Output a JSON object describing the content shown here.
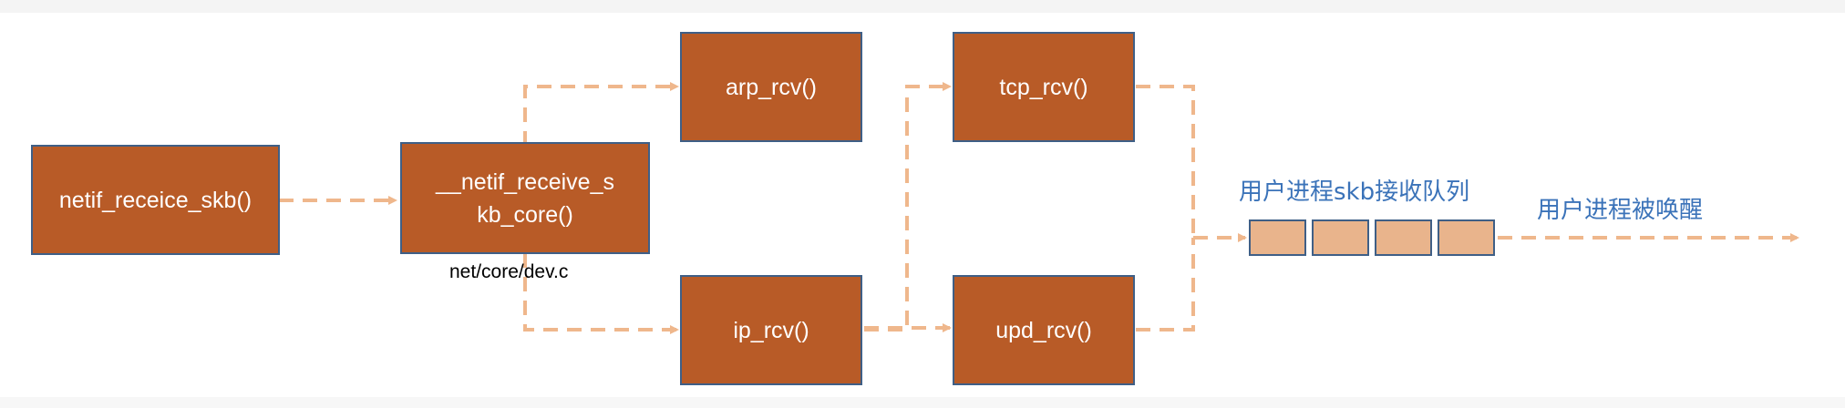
{
  "nodes": {
    "netif_receive_skb": "netif_receice_skb()",
    "netif_receive_skb_core": "__netif_receive_skb_core()",
    "arp_rcv": "arp_rcv()",
    "ip_rcv": "ip_rcv()",
    "tcp_rcv": "tcp_rcv()",
    "udp_rcv": "upd_rcv()"
  },
  "labels": {
    "dev_file": "net/core/dev.c",
    "queue_title": "用户进程skb接收队列",
    "wakeup": "用户进程被唤醒"
  },
  "queue": {
    "cell_count": 4
  },
  "colors": {
    "box_fill": "#b85b27",
    "box_border": "#3f5f86",
    "arrow": "#efb78c",
    "queue_fill": "#e9b48c",
    "label_blue": "#3b73b9"
  }
}
